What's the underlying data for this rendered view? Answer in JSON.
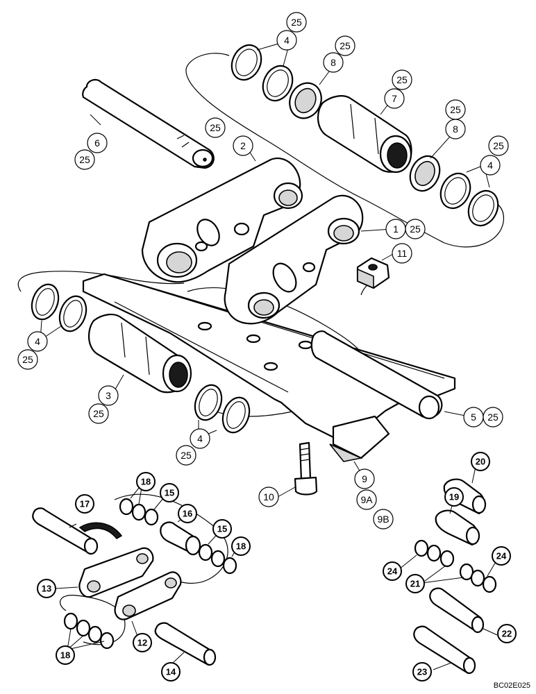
{
  "figure_code": "BC02E025",
  "callouts": [
    {
      "id": "c25a",
      "label": "25"
    },
    {
      "id": "c4a",
      "label": "4"
    },
    {
      "id": "c25b",
      "label": "25"
    },
    {
      "id": "c8a",
      "label": "8"
    },
    {
      "id": "c25c",
      "label": "25"
    },
    {
      "id": "c7",
      "label": "7"
    },
    {
      "id": "c25d",
      "label": "25"
    },
    {
      "id": "c8b",
      "label": "8"
    },
    {
      "id": "c25e",
      "label": "25"
    },
    {
      "id": "c4b",
      "label": "4"
    },
    {
      "id": "c25f",
      "label": "25"
    },
    {
      "id": "c2",
      "label": "2"
    },
    {
      "id": "c6",
      "label": "6"
    },
    {
      "id": "c25g",
      "label": "25"
    },
    {
      "id": "c1",
      "label": "1"
    },
    {
      "id": "c25h",
      "label": "25"
    },
    {
      "id": "c11",
      "label": "11"
    },
    {
      "id": "c4c",
      "label": "4"
    },
    {
      "id": "c25i",
      "label": "25"
    },
    {
      "id": "c3",
      "label": "3"
    },
    {
      "id": "c25j",
      "label": "25"
    },
    {
      "id": "c4d",
      "label": "4"
    },
    {
      "id": "c25k",
      "label": "25"
    },
    {
      "id": "c5",
      "label": "5"
    },
    {
      "id": "c25l",
      "label": "25"
    },
    {
      "id": "c9",
      "label": "9"
    },
    {
      "id": "c9a",
      "label": "9A"
    },
    {
      "id": "c9b",
      "label": "9B"
    },
    {
      "id": "c10",
      "label": "10"
    },
    {
      "id": "c20",
      "label": "20"
    },
    {
      "id": "c19",
      "label": "19"
    },
    {
      "id": "c17",
      "label": "17"
    },
    {
      "id": "c18a",
      "label": "18"
    },
    {
      "id": "c15a",
      "label": "15"
    },
    {
      "id": "c16",
      "label": "16"
    },
    {
      "id": "c15b",
      "label": "15"
    },
    {
      "id": "c18b",
      "label": "18"
    },
    {
      "id": "c13",
      "label": "13"
    },
    {
      "id": "c18c",
      "label": "18"
    },
    {
      "id": "c12",
      "label": "12"
    },
    {
      "id": "c14",
      "label": "14"
    },
    {
      "id": "c24a",
      "label": "24"
    },
    {
      "id": "c24b",
      "label": "24"
    },
    {
      "id": "c21",
      "label": "21"
    },
    {
      "id": "c22",
      "label": "22"
    },
    {
      "id": "c23",
      "label": "23"
    }
  ]
}
